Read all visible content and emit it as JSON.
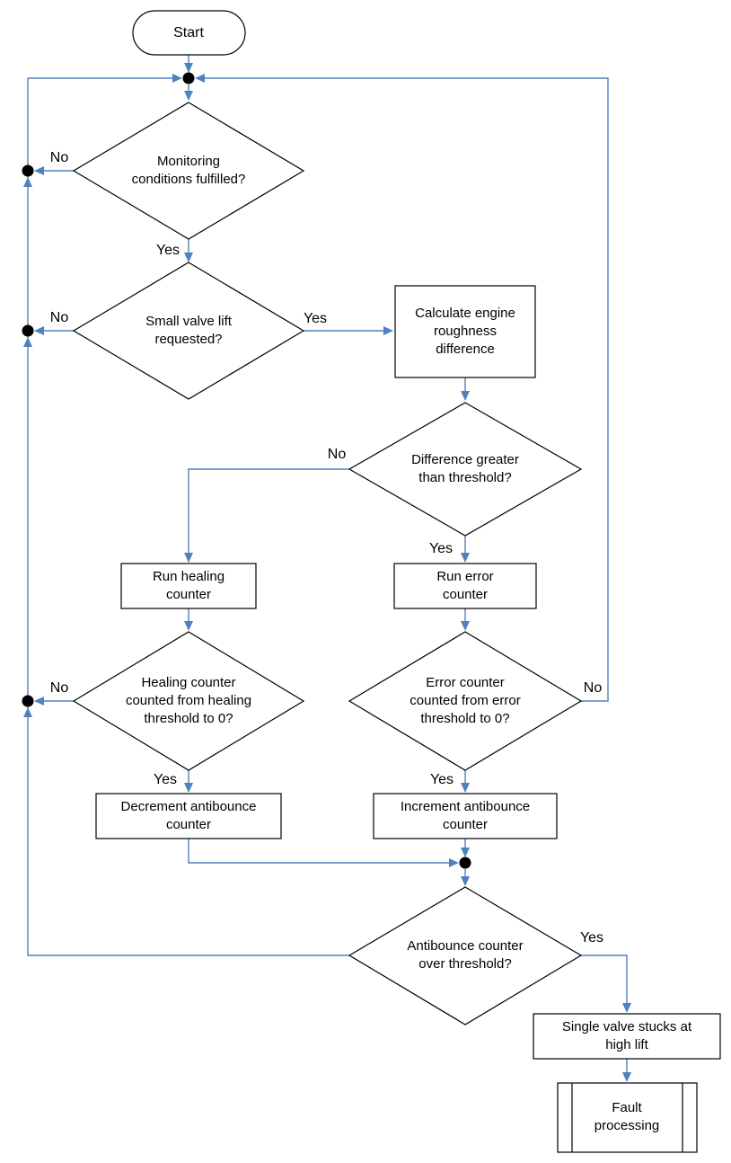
{
  "colors": {
    "connector_blue": "#4f81bd",
    "shape_outline": "#000000",
    "junction_dot": "#000000",
    "text": "#000000",
    "background": "#ffffff"
  },
  "nodes": {
    "start": {
      "type": "terminator",
      "lines": [
        "Start"
      ]
    },
    "monitoring": {
      "type": "decision",
      "lines": [
        "Monitoring",
        "conditions fulfilled?"
      ]
    },
    "small_valve_lift": {
      "type": "decision",
      "lines": [
        "Small valve lift",
        "requested?"
      ]
    },
    "calculate_roughness": {
      "type": "process",
      "lines": [
        "Calculate engine",
        "roughness",
        "difference"
      ]
    },
    "difference_greater": {
      "type": "decision",
      "lines": [
        "Difference greater",
        "than threshold?"
      ]
    },
    "run_healing_counter": {
      "type": "process",
      "lines": [
        "Run healing",
        "counter"
      ]
    },
    "run_error_counter": {
      "type": "process",
      "lines": [
        "Run error",
        "counter"
      ]
    },
    "healing_counted": {
      "type": "decision",
      "lines": [
        "Healing counter",
        "counted from healing",
        "threshold to 0?"
      ]
    },
    "error_counted": {
      "type": "decision",
      "lines": [
        "Error counter",
        "counted from error",
        "threshold to 0?"
      ]
    },
    "decrement_antibounce": {
      "type": "process",
      "lines": [
        "Decrement antibounce",
        "counter"
      ]
    },
    "increment_antibounce": {
      "type": "process",
      "lines": [
        "Increment antibounce",
        "counter"
      ]
    },
    "antibounce_over": {
      "type": "decision",
      "lines": [
        "Antibounce counter",
        "over threshold?"
      ]
    },
    "single_valve_stuck": {
      "type": "process",
      "lines": [
        "Single valve stucks at",
        "high lift"
      ]
    },
    "fault_processing": {
      "type": "predefined-process",
      "lines": [
        "Fault",
        "processing"
      ]
    }
  },
  "edge_labels": {
    "monitoring_no": "No",
    "monitoring_yes": "Yes",
    "small_valve_no": "No",
    "small_valve_yes": "Yes",
    "difference_no": "No",
    "difference_yes": "Yes",
    "healing_no": "No",
    "healing_yes": "Yes",
    "error_no": "No",
    "error_yes": "Yes",
    "antibounce_yes": "Yes"
  }
}
